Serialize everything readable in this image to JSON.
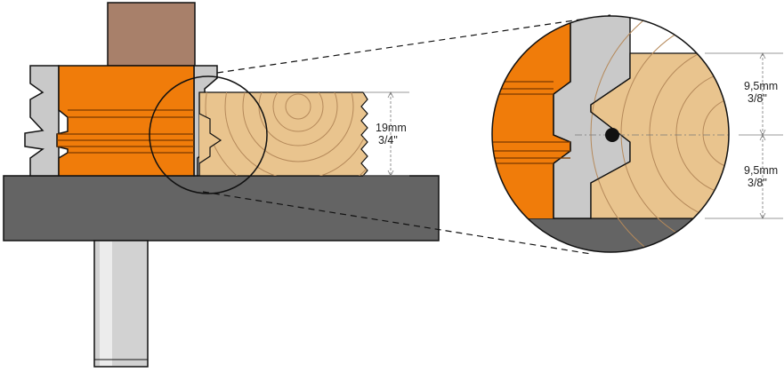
{
  "colors": {
    "cutter_orange": "#f07c0a",
    "cutter_line": "#c85f00",
    "steel_gray": "#c9c9c9",
    "steel_dark": "#8f8f8f",
    "table_gray": "#646464",
    "wood_tan": "#e9c48e",
    "wood_ring": "#b5895a",
    "bearing_brown": "#a8806a",
    "shank_gray": "#d2d2d2",
    "dim_line": "#777777",
    "outline": "#111111"
  },
  "dimensions": {
    "stock_thickness": {
      "metric": "19mm",
      "imperial": "3/4\""
    },
    "upper_half": {
      "metric": "9,5mm",
      "imperial": "3/8\""
    },
    "lower_half": {
      "metric": "9,5mm",
      "imperial": "3/8\""
    }
  }
}
